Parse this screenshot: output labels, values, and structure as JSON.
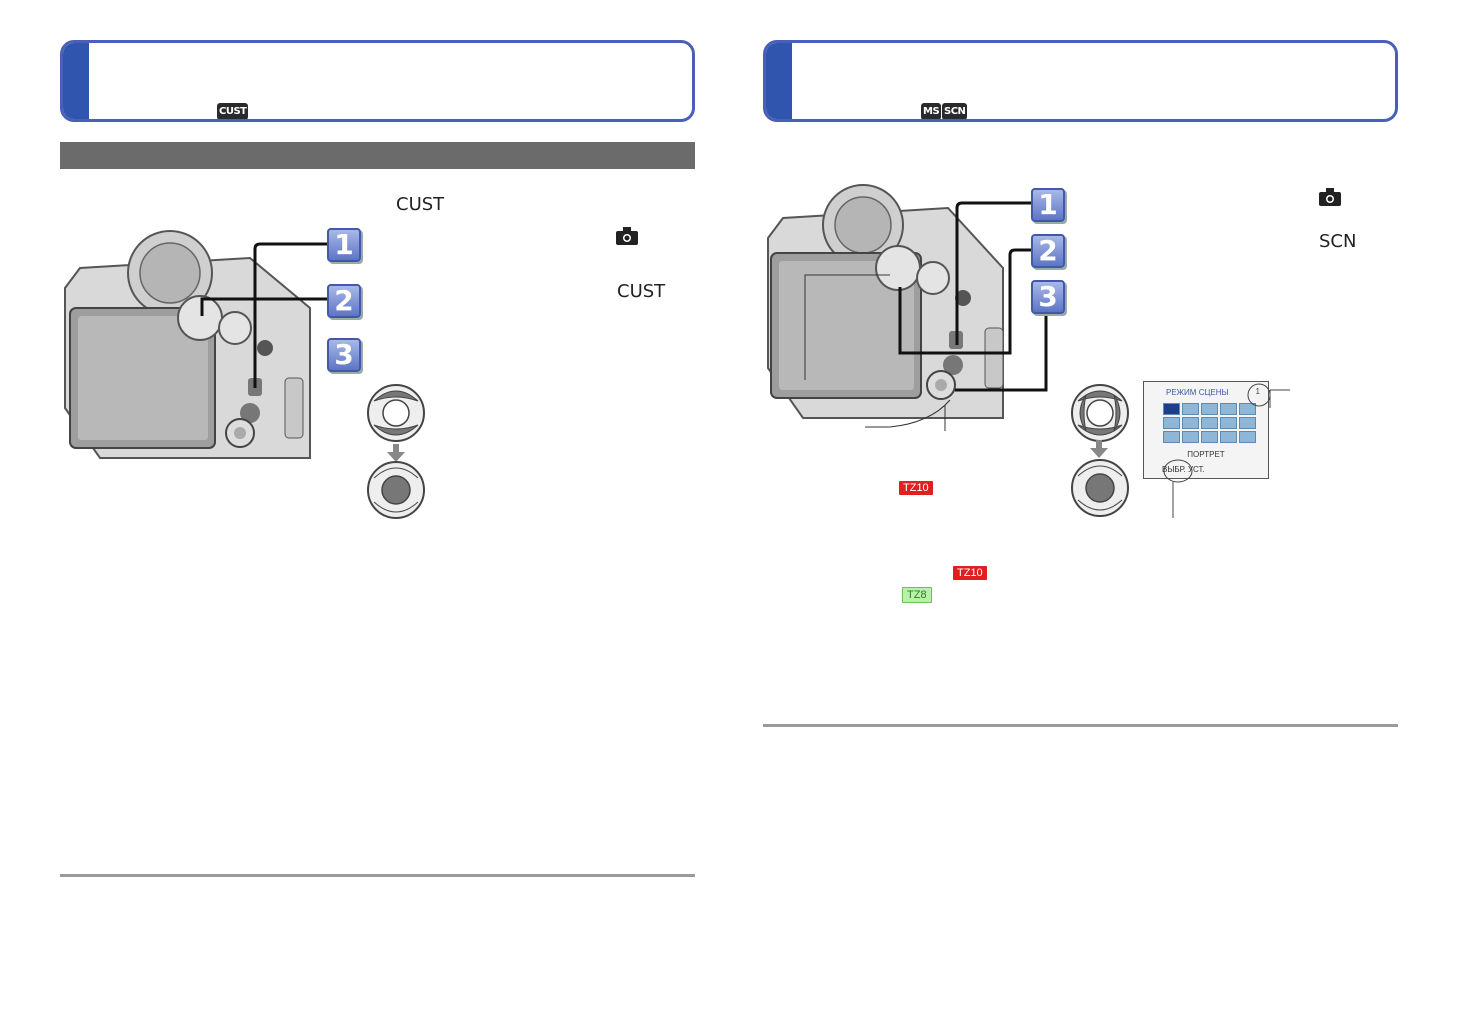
{
  "left_page": {
    "header_mode_badge": "CUST",
    "dial_label": "CUST",
    "steps": [
      "1",
      "2",
      "3"
    ],
    "step1_icon": "camera-icon",
    "step2_label": "CUST"
  },
  "right_page": {
    "header_mode_badges": [
      "MS",
      "SCN"
    ],
    "steps": [
      "1",
      "2",
      "3"
    ],
    "step1_icon": "camera-icon",
    "step2_label": "SCN",
    "lcd": {
      "title": "РЕЖИМ СЦЕНЫ",
      "page": "1",
      "selected_name": "ПОРТРЕТ",
      "footer": "ВЫБР. УСТ."
    },
    "model_tags": {
      "tz10_a": "TZ10",
      "tz10_b": "TZ10",
      "tz8": "TZ8"
    }
  },
  "colors": {
    "header_border": "#4a5fb8",
    "header_tab": "#2f55ae",
    "section_bar": "#6b6b6b",
    "tz10_tag": "#e02020",
    "tz8_tag": "#b9f1a8"
  }
}
